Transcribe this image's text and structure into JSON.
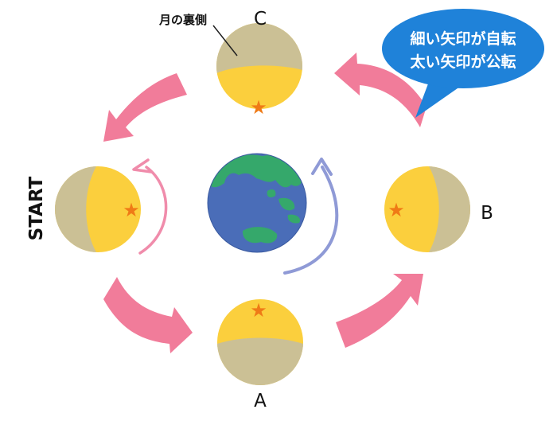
{
  "labels": {
    "start": "START",
    "position_a": "A",
    "position_b": "B",
    "position_c": "C",
    "far_side_label": "月の裏側"
  },
  "bubble": {
    "line1": "細い矢印が自転",
    "line2": "太い矢印が公転"
  },
  "colors": {
    "moon_lit": "#fbcf3d",
    "moon_far_side": "#cbc095",
    "star": "#ef7a16",
    "revolution_arrow": "#f17c9a",
    "rotation_arrow_moon": "#f08cab",
    "rotation_arrow_earth": "#8f9ad6",
    "earth_ocean": "#4a6db8",
    "earth_land": "#35a86b",
    "bubble": "#1f82d9"
  }
}
